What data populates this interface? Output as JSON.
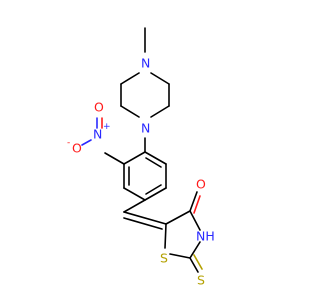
{
  "molecule": {
    "atom_labels": {
      "n_methyl": "N",
      "methyl": "",
      "n_aryl": "N",
      "nitro_n": "N",
      "nitro_charge_plus": "+",
      "nitro_o1": "O",
      "nitro_o2": "O",
      "nitro_charge_minus": "-",
      "carbonyl_o": "O",
      "nh": "NH",
      "ring_s": "S",
      "thione_s": "S"
    },
    "colors": {
      "carbon": "#000000",
      "nitrogen": "#2a2aff",
      "oxygen": "#ff1a1a",
      "sulfur": "#b3a000"
    }
  }
}
